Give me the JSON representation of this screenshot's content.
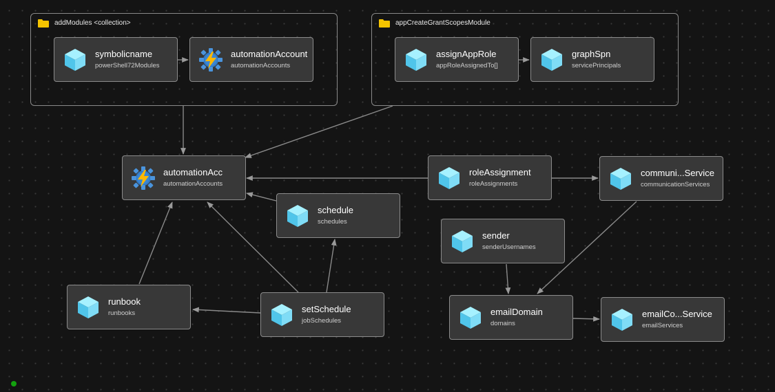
{
  "groups": {
    "addModules": {
      "label": "addModules <collection>"
    },
    "appCreate": {
      "label": "appCreateGrantScopesModule"
    }
  },
  "nodes": {
    "symbolicname": {
      "title": "symbolicname",
      "subtitle": "powerShell72Modules",
      "icon": "cube-icon"
    },
    "automationAccountInner": {
      "title": "automationAccount",
      "subtitle": "automationAccounts",
      "icon": "automation-icon"
    },
    "assignAppRole": {
      "title": "assignAppRole",
      "subtitle": "appRoleAssignedTo[]",
      "icon": "cube-icon"
    },
    "graphSpn": {
      "title": "graphSpn",
      "subtitle": "servicePrincipals",
      "icon": "cube-icon"
    },
    "automationAcc": {
      "title": "automationAcc",
      "subtitle": "automationAccounts",
      "icon": "automation-icon"
    },
    "roleAssignment": {
      "title": "roleAssignment",
      "subtitle": "roleAssignments",
      "icon": "cube-icon"
    },
    "communiService": {
      "title": "communi...Service",
      "subtitle": "communicationServices",
      "icon": "cube-icon"
    },
    "schedule": {
      "title": "schedule",
      "subtitle": "schedules",
      "icon": "cube-icon"
    },
    "sender": {
      "title": "sender",
      "subtitle": "senderUsernames",
      "icon": "cube-icon"
    },
    "runbook": {
      "title": "runbook",
      "subtitle": "runbooks",
      "icon": "cube-icon"
    },
    "setSchedule": {
      "title": "setSchedule",
      "subtitle": "jobSchedules",
      "icon": "cube-icon"
    },
    "emailDomain": {
      "title": "emailDomain",
      "subtitle": "domains",
      "icon": "cube-icon"
    },
    "emailCoService": {
      "title": "emailCo...Service",
      "subtitle": "emailServices",
      "icon": "cube-icon"
    }
  },
  "colors": {
    "background": "#141414",
    "node_fill": "#383838",
    "node_border": "#8c8c8c",
    "edge": "#8a8a8a",
    "folder": "#f5c400",
    "status": "#13a10e"
  }
}
